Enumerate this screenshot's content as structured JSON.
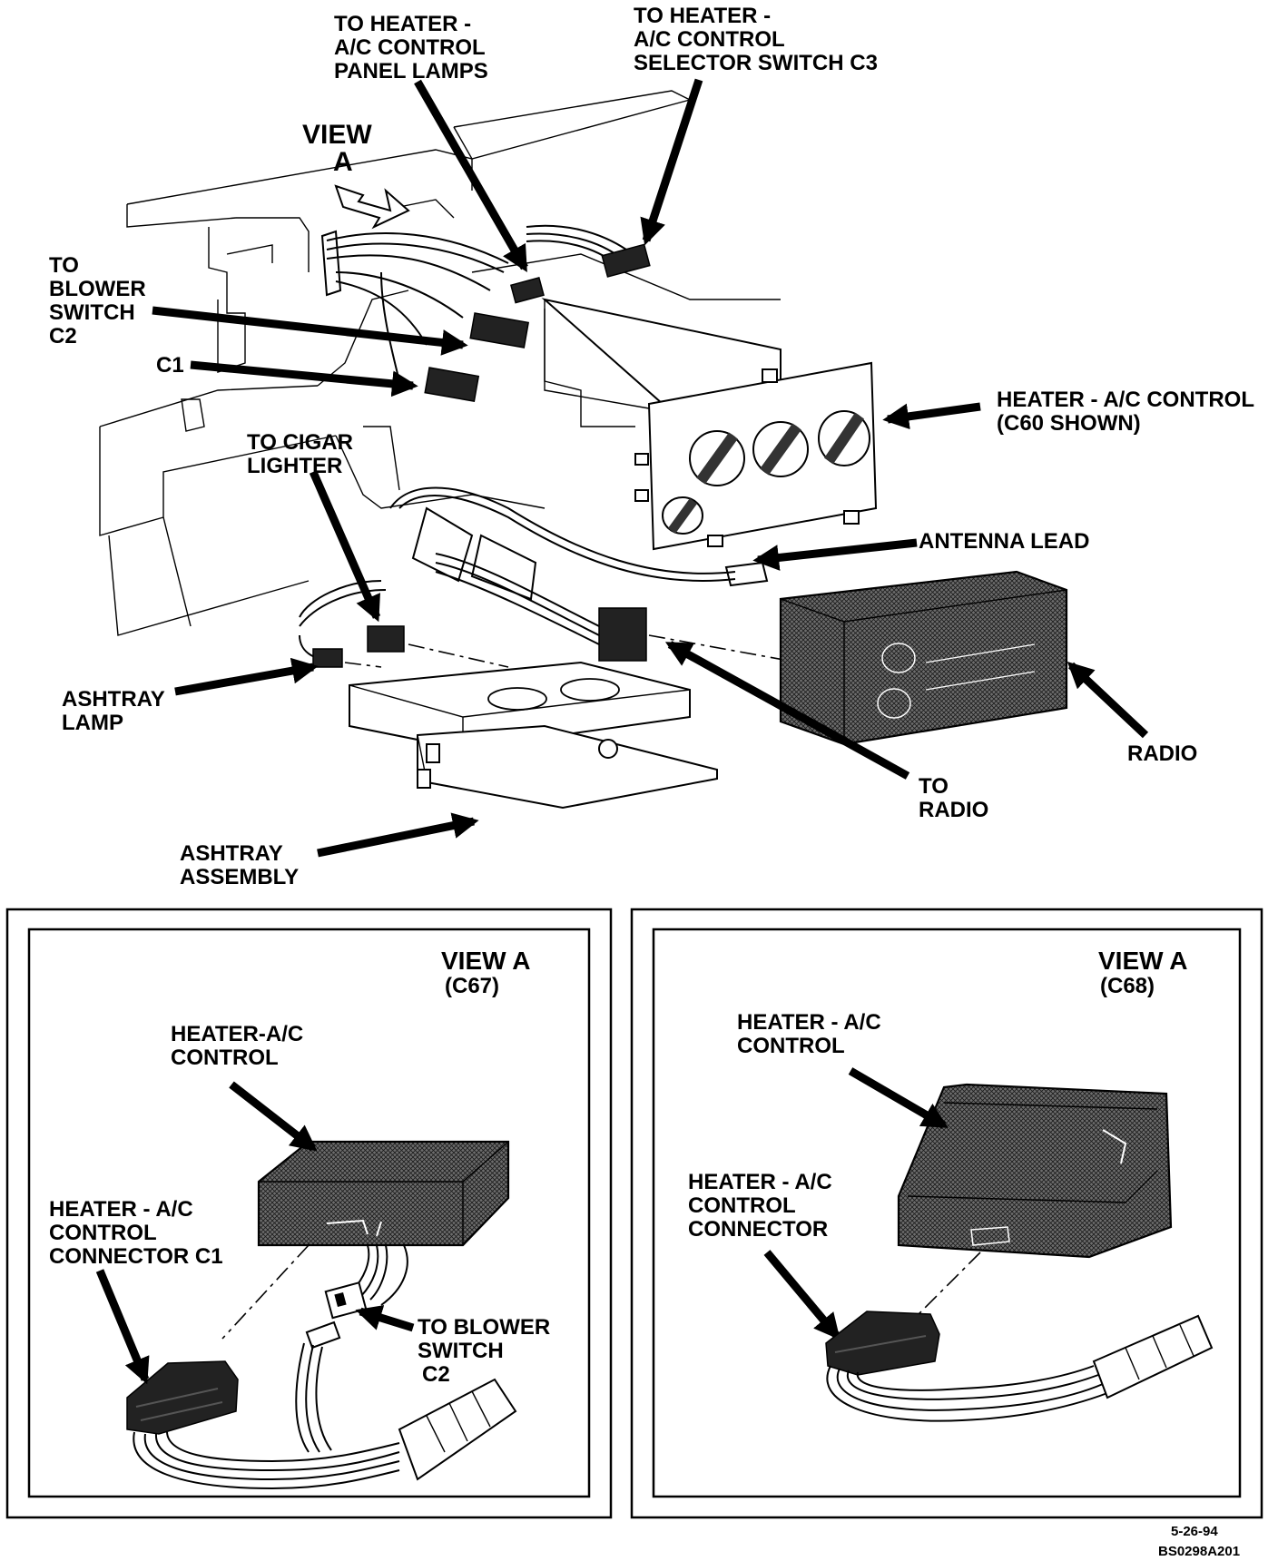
{
  "labels": {
    "panel_lamps": [
      "TO HEATER -",
      "A/C CONTROL",
      "PANEL LAMPS"
    ],
    "selector_switch": [
      "TO HEATER -",
      "A/C CONTROL",
      "SELECTOR SWITCH C3"
    ],
    "view_a_main": [
      "VIEW",
      "A"
    ],
    "blower_switch": [
      "TO",
      "BLOWER",
      "SWITCH",
      "C2"
    ],
    "c1": "C1",
    "heater_control": [
      "HEATER - A/C CONTROL",
      "(C60 SHOWN)"
    ],
    "cigar_lighter": [
      "TO CIGAR",
      "LIGHTER"
    ],
    "antenna_lead": "ANTENNA LEAD",
    "ashtray_lamp": [
      "ASHTRAY",
      "LAMP"
    ],
    "radio": "RADIO",
    "to_radio": [
      "TO",
      "RADIO"
    ],
    "ashtray_assembly": [
      "ASHTRAY",
      "ASSEMBLY"
    ]
  },
  "left_panel": {
    "title": "VIEW A",
    "subtitle": "(C67)",
    "heater_control": [
      "HEATER-A/C",
      "CONTROL"
    ],
    "connector": [
      "HEATER - A/C",
      "CONTROL",
      "CONNECTOR C1"
    ],
    "blower": [
      "TO BLOWER",
      "SWITCH",
      "C2"
    ]
  },
  "right_panel": {
    "title": "VIEW A",
    "subtitle": "(C68)",
    "heater_control": [
      "HEATER - A/C",
      "CONTROL"
    ],
    "connector": [
      "HEATER - A/C",
      "CONTROL",
      "CONNECTOR"
    ]
  },
  "footer": {
    "date": "5-26-94",
    "code": "BS0298A201"
  }
}
